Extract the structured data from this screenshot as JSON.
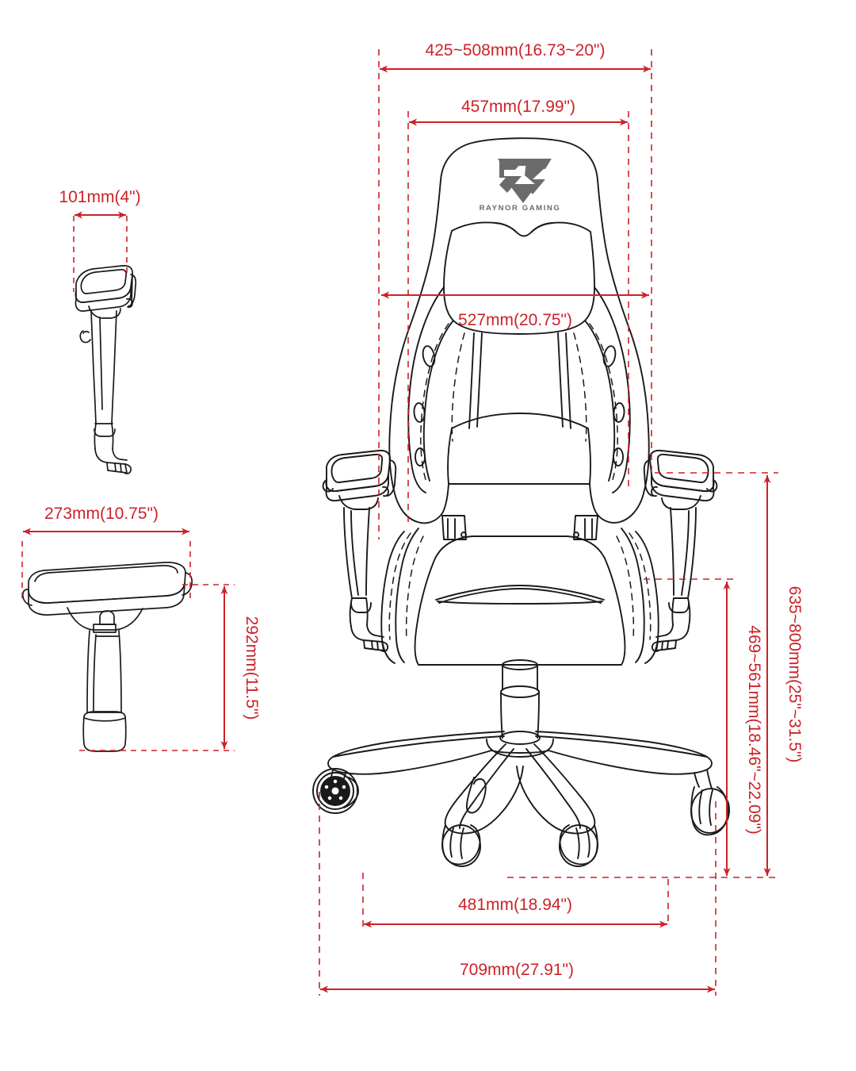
{
  "drawing": {
    "title": "Gaming Chair Dimension Drawing",
    "background_color": "#ffffff",
    "line_color": "#1a1a1a",
    "dimension_color": "#cc2229",
    "logo_color": "#6b6b6b"
  },
  "brand": {
    "wordmark": "RAYNOR GAMING",
    "logo_mark": "raynor-r-logo"
  },
  "dimensions": {
    "armrest_width": {
      "label": "101mm(4\")",
      "mm_min": 101,
      "inch_min": 4,
      "orientation": "horizontal",
      "view": "armrest-front-view"
    },
    "armrest_depth": {
      "label": "273mm(10.75\")",
      "mm_min": 273,
      "inch_min": 10.75,
      "orientation": "horizontal",
      "view": "armrest-side-view"
    },
    "armrest_height": {
      "label": "292mm(11.5\")",
      "mm_min": 292,
      "inch_min": 11.5,
      "orientation": "vertical",
      "view": "armrest-side-view"
    },
    "backrest_outer_width": {
      "label": "425~508mm(16.73~20\")",
      "mm_min": 425,
      "mm_max": 508,
      "inch_min": 16.73,
      "inch_max": 20,
      "orientation": "horizontal",
      "view": "chair-front-view"
    },
    "backrest_inner_width": {
      "label": "457mm(17.99\")",
      "mm_min": 457,
      "inch_min": 17.99,
      "orientation": "horizontal",
      "view": "chair-front-view"
    },
    "backrest_shoulder_width": {
      "label": "527mm(20.75\")",
      "mm_min": 527,
      "inch_min": 20.75,
      "orientation": "horizontal",
      "view": "chair-front-view"
    },
    "overall_height": {
      "label": "635~800mm(25\"~31.5\")",
      "mm_min": 635,
      "mm_max": 800,
      "inch_min": 25,
      "inch_max": 31.5,
      "orientation": "vertical",
      "view": "chair-front-view"
    },
    "seat_height": {
      "label": "469~561mm(18.46\"~22.09\")",
      "mm_min": 469,
      "mm_max": 561,
      "inch_min": 18.46,
      "inch_max": 22.09,
      "orientation": "vertical",
      "view": "chair-front-view"
    },
    "seat_width": {
      "label": "481mm(18.94\")",
      "mm_min": 481,
      "inch_min": 18.94,
      "orientation": "horizontal",
      "view": "chair-front-view"
    },
    "base_width": {
      "label": "709mm(27.91\")",
      "mm_min": 709,
      "inch_min": 27.91,
      "orientation": "horizontal",
      "view": "chair-front-view"
    }
  }
}
